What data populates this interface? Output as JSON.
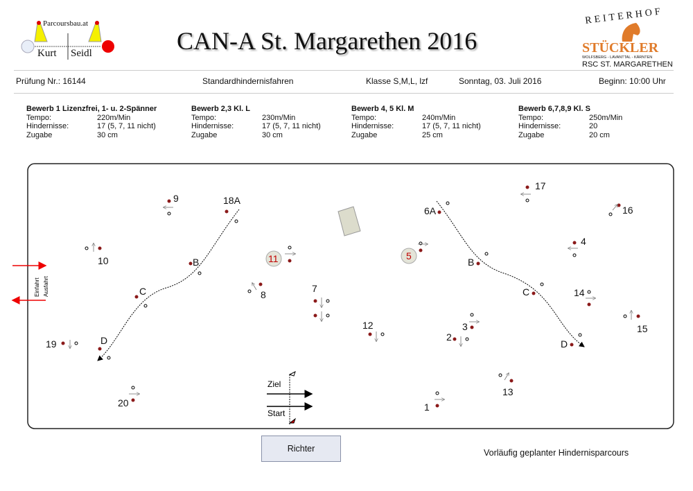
{
  "header": {
    "title": "CAN-A St. Margarethen 2016",
    "logo_left": {
      "site": "Parcoursbau.at",
      "name_first": "Kurt",
      "name_last": "Seidl"
    },
    "logo_right": {
      "top": "REITERHOF",
      "name": "STÜCKLER",
      "sub": "WOLFSBERG - LAVANTTAL - KÄRNTEN",
      "club": "RSC ST. MARGARETHEN"
    }
  },
  "info": {
    "pruefung": "Prüfung Nr.: 16144",
    "bewerb_type": "Standardhindernisfahren",
    "klasse": "Klasse  S,M,L, lzf",
    "date": "Sonntag, 03. Juli 2016",
    "beginn": "Beginn: 10:00 Uhr"
  },
  "bewerbe": [
    {
      "title": "Bewerb 1 Lizenzfrei, 1- u. 2-Spänner",
      "tempo": "220m/Min",
      "hindernisse": "17 (5, 7, 11 nicht)",
      "zugabe": "30 cm"
    },
    {
      "title": "Bewerb 2,3 Kl. L",
      "tempo": "230m/Min",
      "hindernisse": "17 (5, 7, 11 nicht)",
      "zugabe": "30 cm"
    },
    {
      "title": "Bewerb 4, 5 Kl. M",
      "tempo": "240m/Min",
      "hindernisse": "17  (5, 7, 11 nicht)",
      "zugabe": "25 cm"
    },
    {
      "title": "Bewerb 6,7,8,9 Kl. S",
      "tempo": "250m/Min",
      "hindernisse": "20",
      "zugabe": "20 cm"
    }
  ],
  "labels": {
    "tempo": "Tempo:",
    "hindernisse": "Hindernisse:",
    "zugabe": "Zugabe"
  },
  "arena": {
    "entry": "Einfahrt",
    "exit": "Ausfahrt",
    "ziel": "Ziel",
    "start": "Start",
    "obstacles": [
      "1",
      "2",
      "3",
      "4",
      "5",
      "6A",
      "7",
      "8",
      "9",
      "10",
      "11",
      "12",
      "13",
      "14",
      "15",
      "16",
      "17",
      "18A",
      "19",
      "20"
    ],
    "gates_left": [
      "B",
      "C",
      "D"
    ],
    "gates_right": [
      "B",
      "C",
      "D"
    ]
  },
  "richter": "Richter",
  "caption": "Vorläufig geplanter Hindernisparcours",
  "colors": {
    "red": "#c00000",
    "dot": "#8b1a1a",
    "water": "#e4e4d8"
  }
}
